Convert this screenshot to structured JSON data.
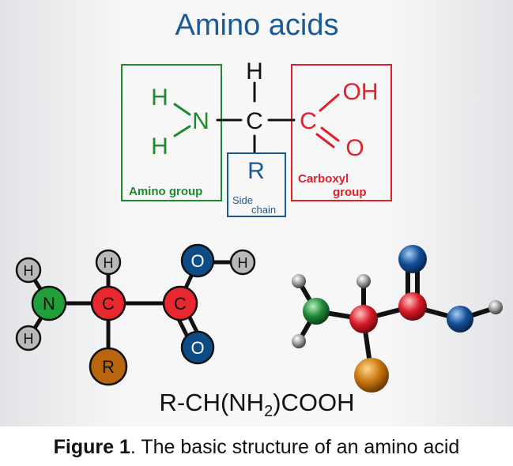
{
  "title": "Amino acids",
  "structural_formula": {
    "atoms": {
      "h_top": "H",
      "h_upper_left": "H",
      "h_lower_left": "H",
      "n": "N",
      "c_alpha": "C",
      "c_carboxyl": "C",
      "oh": "OH",
      "o": "O",
      "r": "R"
    },
    "labels": {
      "amino_group": "Amino group",
      "carboxyl_line1": "Carboxyl",
      "carboxyl_line2": "group",
      "side_line1": "Side",
      "side_line2": "chain"
    }
  },
  "ball_model": {
    "h1": "H",
    "h2": "H",
    "h3": "H",
    "h4": "H",
    "n": "N",
    "c1": "C",
    "c2": "C",
    "o1": "O",
    "o2": "O",
    "r": "R"
  },
  "formula": {
    "prefix": "R-CH(NH",
    "subscript": "2",
    "suffix": ")COOH"
  },
  "caption": {
    "bold": "Figure 1",
    "rest": ". The basic structure of an amino acid"
  },
  "colors": {
    "title_blue": "#1a5a96",
    "amino_green": "#1d8a2e",
    "carboxyl_red": "#e0202a",
    "side_blue": "#1a5a96",
    "hydrogen_gray": "#b9b9b9",
    "nitrogen_green": "#1f9e3a",
    "carbon_red": "#e8282e",
    "oxygen_blue": "#0e4c86",
    "r_brown": "#b8650e"
  }
}
